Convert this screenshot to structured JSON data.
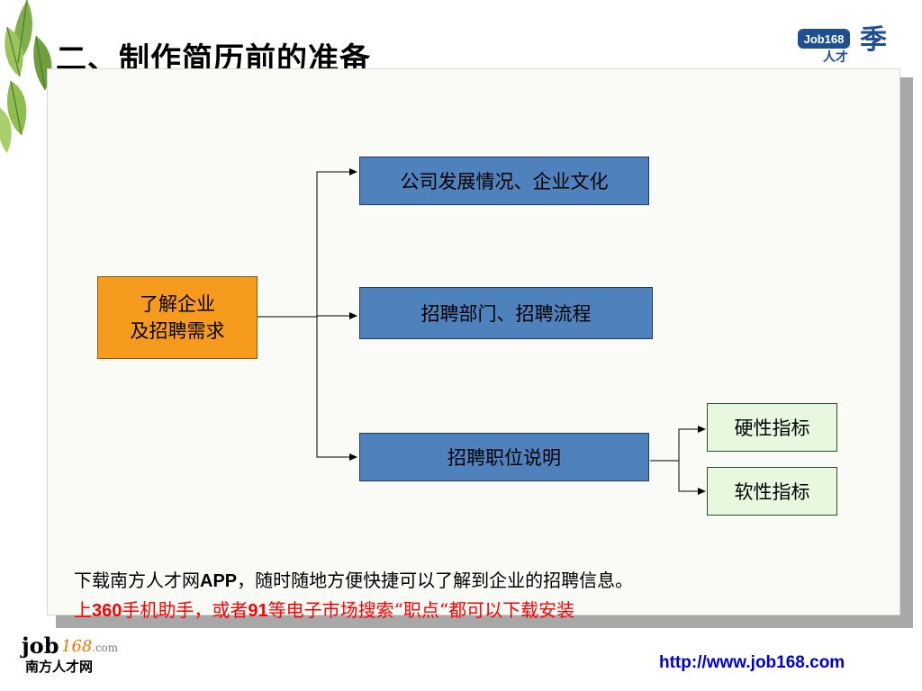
{
  "slide": {
    "title": "二、制作简历前的准备",
    "brand_logo_text": "Job168人才季"
  },
  "diagram": {
    "root": {
      "line1": "了解企业",
      "line2": "及招聘需求"
    },
    "branches": [
      {
        "label": "公司发展情况、企业文化"
      },
      {
        "label": "招聘部门、招聘流程"
      },
      {
        "label": "招聘职位说明"
      }
    ],
    "sub_branches": [
      {
        "label": "硬性指标"
      },
      {
        "label": "软性指标"
      }
    ]
  },
  "notes": {
    "line1_pre": "下载南方人才网",
    "line1_app": "APP",
    "line1_post": "，随时随地方便快捷可以了解到企业的招聘信息。",
    "line2_a": "上",
    "line2_b": "360",
    "line2_c": "手机助手，或者",
    "line2_d": "91",
    "line2_e": "等电子市场搜索“职点“都可以下载安装"
  },
  "footer": {
    "logo_text": "job168.com 南方人才网",
    "url": "http://www.job168.com"
  },
  "colors": {
    "blue_box": "#4f81bd",
    "orange_box": "#f79b1e",
    "green_box": "#e7f8df",
    "note_red": "#ff0000",
    "url_blue": "#0000cc"
  }
}
